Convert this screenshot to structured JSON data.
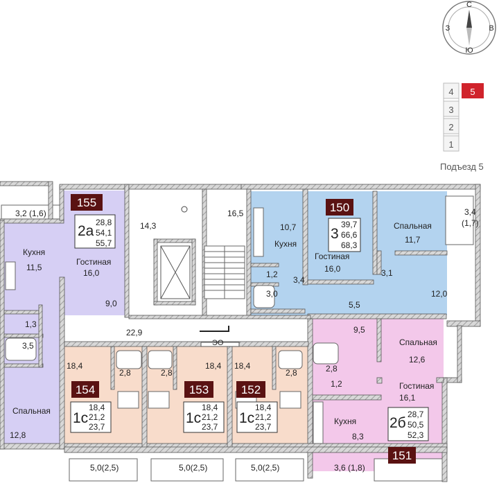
{
  "compass": {
    "north": "С",
    "south": "Ю",
    "west": "З",
    "east": "В"
  },
  "floors": {
    "levels": [
      "4",
      "3",
      "2",
      "1"
    ],
    "current": "5"
  },
  "entrance_label": "Подъезд 5",
  "colors": {
    "a155": "#d6cff4",
    "a150": "#b3d3ef",
    "a151": "#f3c8ea",
    "a1c": "#f8dccb",
    "badge": "#5a1212",
    "current_floor": "#d0232b"
  },
  "apartments": {
    "a155": {
      "number": "155",
      "type": "2а",
      "area_living": "28,8",
      "area_total": "54,1",
      "area_with_balcony": "55,7"
    },
    "a150": {
      "number": "150",
      "type": "3",
      "area_living": "39,7",
      "area_total": "66,6",
      "area_with_balcony": "68,3"
    },
    "a151": {
      "number": "151",
      "type": "2б",
      "area_living": "28,7",
      "area_total": "50,5",
      "area_with_balcony": "52,3"
    },
    "a154": {
      "number": "154",
      "type": "1с",
      "area_living": "18,4",
      "area_total": "21,2",
      "area_with_balcony": "23,7"
    },
    "a153": {
      "number": "153",
      "type": "1с",
      "area_living": "18,4",
      "area_total": "21,2",
      "area_with_balcony": "23,7"
    },
    "a152": {
      "number": "152",
      "type": "1с",
      "area_living": "18,4",
      "area_total": "21,2",
      "area_with_balcony": "23,7"
    }
  },
  "rooms": {
    "balc_155": "3,2 (1,6)",
    "kitchen_155_name": "Кухня",
    "kitchen_155_area": "11,5",
    "living_155_name": "Гостиная",
    "living_155_area": "16,0",
    "hall_155": "9,0",
    "wc_155": "1,3",
    "bath_155": "3,5",
    "bed_155_name": "Спальная",
    "bed_155_area": "12,8",
    "lobby_a": "14,3",
    "lobby_b": "16,5",
    "corridor": "22,9",
    "eo": "ЭО",
    "kitchen_150_name": "Кухня",
    "kitchen_150_area": "10,7",
    "living_150_name": "Гостиная",
    "living_150_area": "16,0",
    "bed_150_name": "Спальная",
    "bed_150_area": "11,7",
    "balc_150_a": "3,4",
    "balc_150_b": "(1,7)",
    "wc_150": "1,2",
    "hall_150_a": "3,4",
    "bath_150": "3,0",
    "hall_150_b": "5,5",
    "hall_150_c": "3,1",
    "room_150": "12,0",
    "hall_151": "9,5",
    "bed_151_name": "Спальная",
    "bed_151_area": "12,6",
    "bath_151": "2,8",
    "wc_151": "1,2",
    "living_151_name": "Гостиная",
    "living_151_area": "16,1",
    "kitchen_151_name": "Кухня",
    "kitchen_151_area": "8,3",
    "studio_154": "18,4",
    "bath_154": "2,8",
    "studio_153": "18,4",
    "bath_153": "2,8",
    "studio_152": "18,4",
    "bath_152": "2,8",
    "balc_154": "5,0(2,5)",
    "balc_153": "5,0(2,5)",
    "balc_152": "5,0(2,5)",
    "balc_151": "3,6 (1,8)"
  }
}
